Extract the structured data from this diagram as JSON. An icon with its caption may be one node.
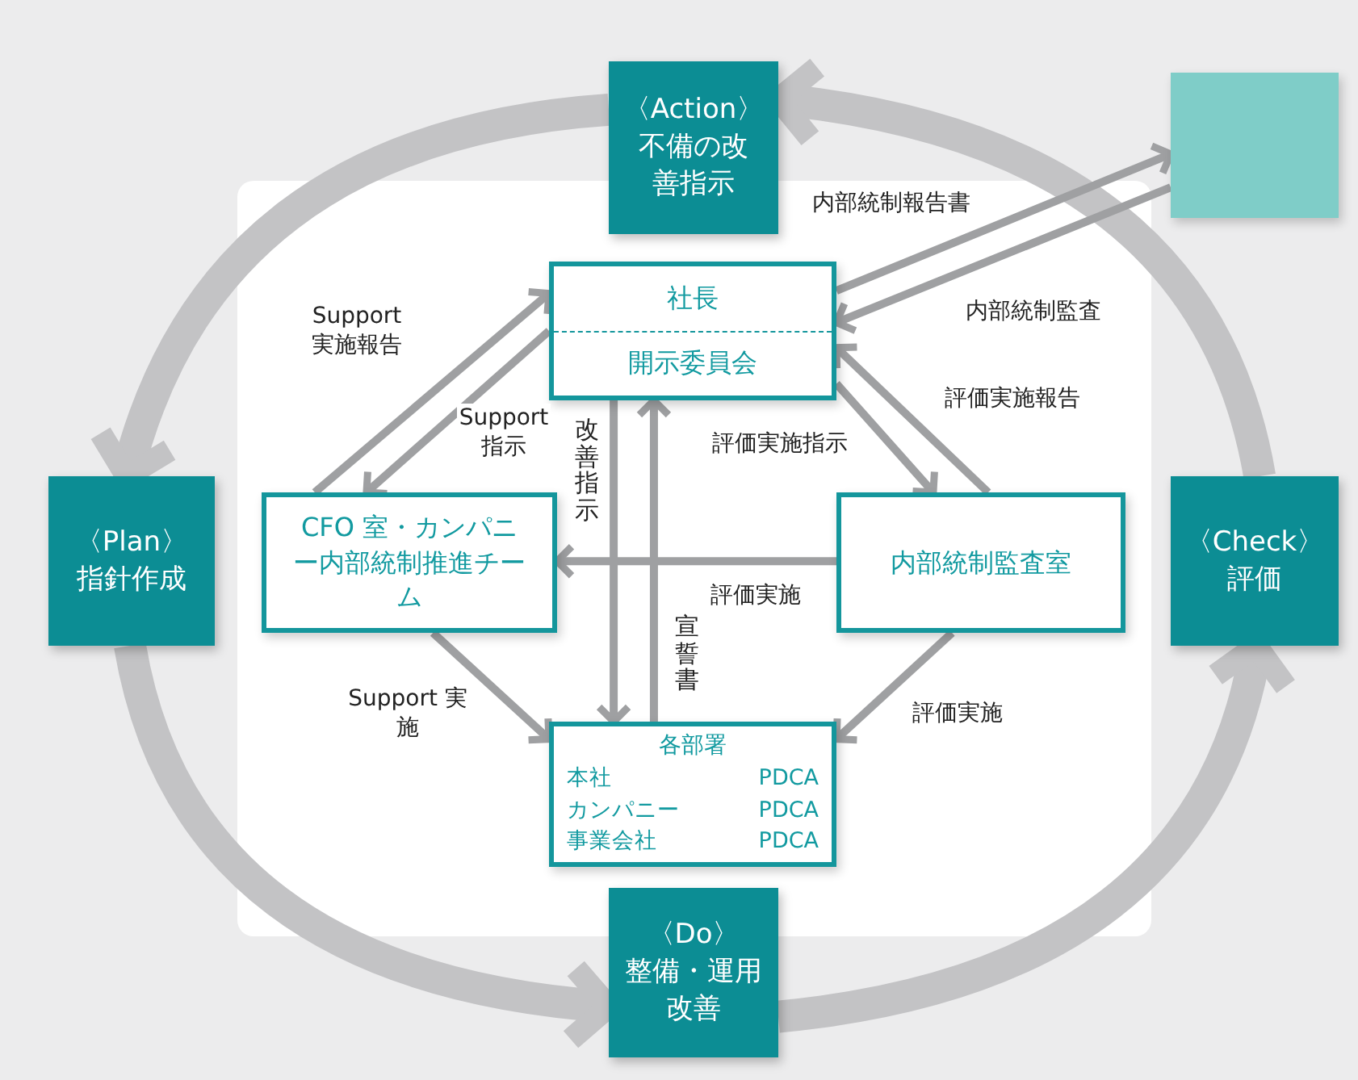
{
  "diagram": {
    "nodes": [
      {
        "text": [
          "〈Action〉",
          "不備の改善指示"
        ]
      },
      {
        "text": [],
        "shape": "box"
      },
      {
        "text": [
          "社長",
          "開示委員会"
        ]
      },
      {
        "text": [
          "〈Plan〉",
          "指針作成"
        ]
      },
      {
        "text": [
          "CFO 室・カンパニー内部統制推進チーム"
        ]
      },
      {
        "text": [
          "内部統制監査室"
        ]
      },
      {
        "text": [
          "〈Check〉",
          "評価"
        ]
      },
      {
        "text": [
          "各部署",
          "本社",
          "PDCA",
          "カンパニー",
          "PDCA",
          "事業会社",
          "PDCA"
        ]
      },
      {
        "text": [
          "〈Do〉",
          "整備・運用改善"
        ]
      }
    ],
    "edges": [
      {
        "from": 0,
        "to": 3,
        "arrow": "to",
        "style": "thick"
      },
      {
        "from": 3,
        "to": 8,
        "arrow": "to",
        "style": "thick"
      },
      {
        "from": 8,
        "to": 6,
        "arrow": "to",
        "style": "thick"
      },
      {
        "from": 6,
        "to": 0,
        "arrow": "to",
        "style": "thick"
      },
      {
        "from": 4,
        "to": 2,
        "arrow": "to",
        "label": "Support 実施報告"
      },
      {
        "from": 2,
        "to": 4,
        "arrow": "to",
        "label": "Support 指示"
      },
      {
        "from": 2,
        "to": 7,
        "arrow": "to",
        "label": "改善指示"
      },
      {
        "from": 7,
        "to": 2,
        "arrow": "to",
        "label": "宣誓書"
      },
      {
        "from": 2,
        "to": 5,
        "arrow": "to",
        "label": "評価実施指示"
      },
      {
        "from": 5,
        "to": 2,
        "arrow": "to",
        "label": "評価実施報告"
      },
      {
        "from": 2,
        "to": 1,
        "arrow": "to",
        "label": "内部統制報告書"
      },
      {
        "from": 1,
        "to": 2,
        "arrow": "to",
        "label": "内部統制監査"
      },
      {
        "from": 5,
        "to": 4,
        "arrow": "to",
        "label": "評価実施"
      },
      {
        "from": 4,
        "to": 7,
        "arrow": "to",
        "label": "Support 実施"
      },
      {
        "from": 5,
        "to": 7,
        "arrow": "to",
        "label": "評価実施"
      }
    ]
  }
}
